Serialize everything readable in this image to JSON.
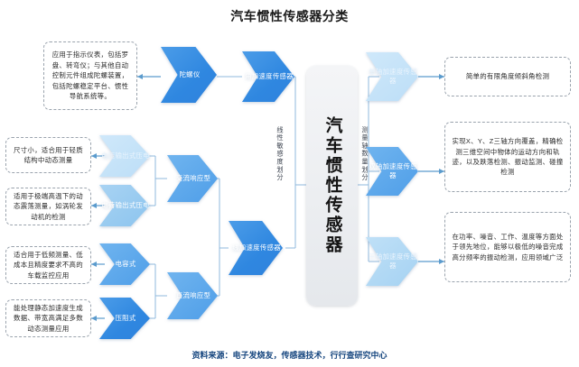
{
  "header": {
    "title": "汽车惯性传感器分类"
  },
  "footer": {
    "source": "资料来源：电子发烧友，传感器技术，行行查研究中心"
  },
  "center": {
    "label": "汽车惯性传感器"
  },
  "branch_captions": {
    "left": "线性敏感度划分",
    "right": "测量轴数量划分"
  },
  "nodes": {
    "gyroscope": "陀螺仪",
    "angular_accel_sensor": "角加速度传感器",
    "linear_accel_sensor": "线加速度传感器",
    "ac_response": "交流响应型",
    "dc_response": "直流响应型",
    "voltage_piezo": "电压输出式压电",
    "charge_piezo": "电荷输出式压电",
    "capacitive": "电容式",
    "piezoresistive": "压阻式",
    "single_axis": "单轴加速度传感器",
    "dual_axis": "双轴加速度传感器",
    "tri_axis": "三轴加速度传感器"
  },
  "descriptions": {
    "gyroscope": "应用于指示仪表，包括罗盘、转弯仪；与其他自动控制元件组成陀螺装置，包括陀螺稳定平台、惯性导航系统等。",
    "voltage_piezo": "尺寸小，适合用于轻质结构中动态测量",
    "charge_piezo": "适用于极端高温下的动态震荡测量，如涡轮发动机的检测",
    "capacitive": "适合用于低频测量、低成本且精度要求不高的车载监控应用",
    "piezoresistive": "能处理静态加速度生成数据、带宽高满足多数动态测量应用",
    "single_axis": "简单的有限角度倾斜角检测",
    "dual_axis": "实现X、Y、Z三轴方向覆盖，精确检测三维空间中物体的运动方向和轨迹，以及跌落检测、振动监测、碰撞检测",
    "tri_axis": "在功率、噪音、工作、温度等方面处于领先地位，能够以极低的噪音完成高分频率的振动检测，应用领域广泛"
  },
  "colors": {
    "accent_deep": "#2f87e0",
    "accent_mid": "#6fb4ef",
    "accent_light": "#a8d3f3",
    "connector": "#8fb8dc",
    "source_text": "#16467f"
  }
}
